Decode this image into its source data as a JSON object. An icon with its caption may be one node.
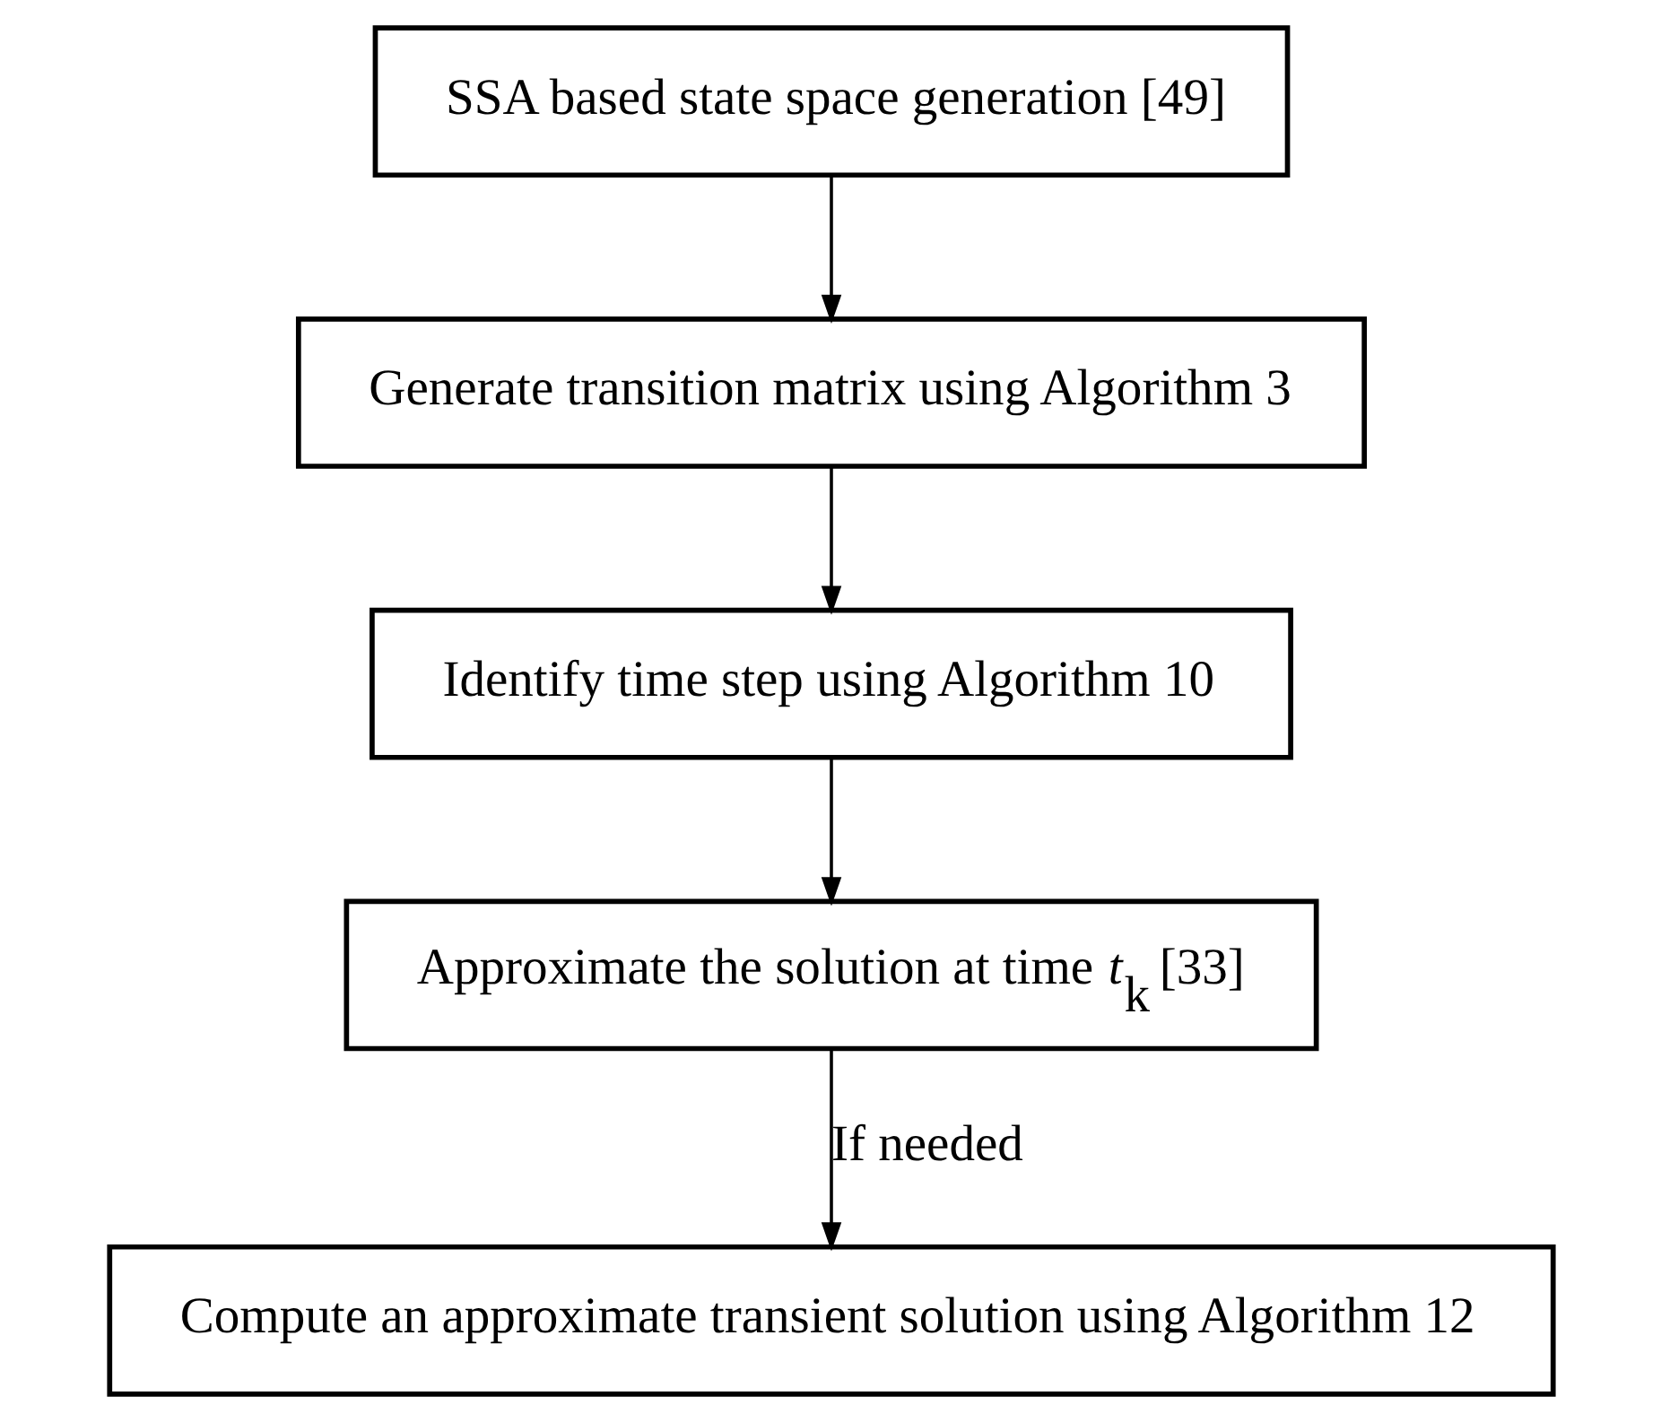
{
  "diagram": {
    "nodes": [
      {
        "text": [
          "SSA based state space generation [49]"
        ]
      },
      {
        "text": [
          "Generate transition matrix using Algorithm 3"
        ]
      },
      {
        "text": [
          "Identify time step using Algorithm 10"
        ]
      },
      {
        "text": [
          "Approximate the solution at time *t*$_{k}$ [33]"
        ]
      },
      {
        "text": [
          "Compute an approximate transient solution using Algorithm 12"
        ]
      }
    ],
    "edges": [
      {
        "from": 0,
        "to": 1,
        "arrow": "to"
      },
      {
        "from": 1,
        "to": 2,
        "arrow": "to"
      },
      {
        "from": 2,
        "to": 3,
        "arrow": "to"
      },
      {
        "from": 3,
        "to": 4,
        "arrow": "to",
        "label": "If needed"
      }
    ]
  }
}
